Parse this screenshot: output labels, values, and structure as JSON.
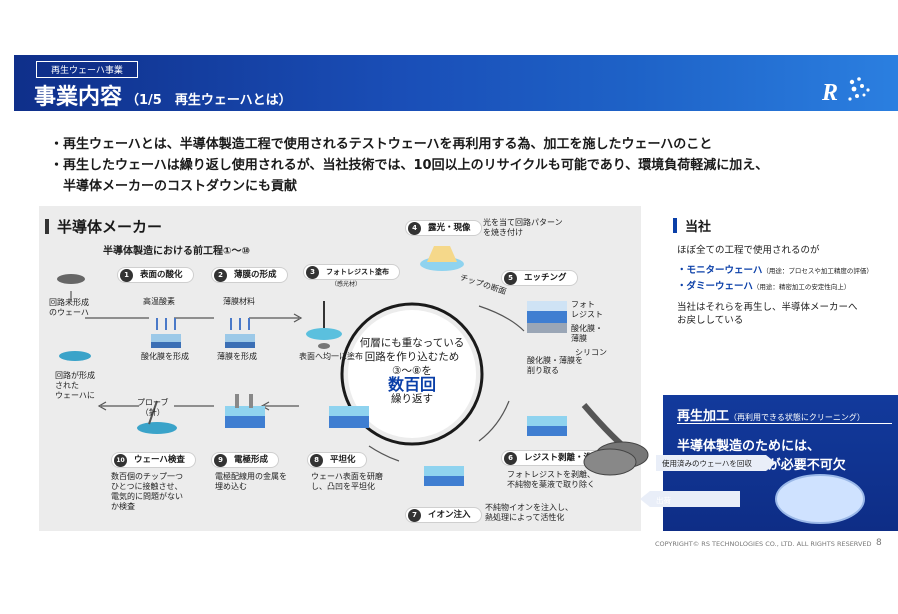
{
  "header": {
    "tag": "再生ウェーハ事業",
    "title": "事業内容",
    "subtitle": "（1/5　再生ウェーハとは）"
  },
  "bullets": [
    "・再生ウェーハとは、半導体製造工程で使用されるテストウェーハを再利用する為、加工を施したウェーハのこと",
    "・再生したウェーハは繰り返し使用されるが、当社技術では、10回以上のリサイクルも可能であり、環境負荷軽減に加え、",
    "　半導体メーカーのコストダウンにも貢献"
  ],
  "left": {
    "section_title": "半導体メーカー",
    "process_title": "半導体製造における前工程①～⑩",
    "wafer_before": "回路未形成\nのウェーハ",
    "wafer_after": "回路が形成\nされた\nウェーハに",
    "steps": [
      {
        "num": "1",
        "label": "表面の酸化",
        "sub_top": "高温酸素",
        "sub": "酸化膜を形成"
      },
      {
        "num": "2",
        "label": "薄膜の形成",
        "sub_top": "薄膜材料",
        "sub": "薄膜を形成"
      },
      {
        "num": "3",
        "label": "フォトレジスト塗布",
        "label2": "（感光材）",
        "sub": "表面へ均一に塗布"
      },
      {
        "num": "4",
        "label": "露光・現像",
        "sub": "光を当て回路パターン\nを焼き付け"
      },
      {
        "num": "5",
        "label": "エッチング",
        "sub": "酸化膜・薄膜を\n削り取る"
      },
      {
        "num": "6",
        "label": "レジスト剥離・洗浄",
        "sub": "フォトレジストを剥離、\n不純物を薬液で取り除く"
      },
      {
        "num": "7",
        "label": "イオン注入",
        "sub": "不純物イオンを注入し、\n熱処理によって活性化"
      },
      {
        "num": "8",
        "label": "平坦化",
        "sub": "ウェーハ表面を研磨\nし、凸凹を平坦化"
      },
      {
        "num": "9",
        "label": "電極形成",
        "sub": "電極配線用の金属を\n埋め込む"
      },
      {
        "num": "10",
        "label": "ウェーハ検査",
        "sub": "数百個のチップ一つ\nひとつに接触させ、\n電気的に問題がない\nか検査"
      }
    ],
    "probe_label": "プローブ\n（針）",
    "chip_label": "チップの断面",
    "etch_labels": [
      "フォト\nレジスト",
      "酸化膜・\n薄膜",
      "シリコン"
    ],
    "center": {
      "line1": "何層にも重なっている",
      "line2": "回路を作り込むため",
      "line3": "③～⑧を",
      "big": "数百回",
      "line4": "繰り返す"
    }
  },
  "right": {
    "section_title": "当社",
    "intro": "ほぼ全ての工程で使用されるのが",
    "items": [
      {
        "name": "モニターウェーハ",
        "note": "（用途：プロセスや加工精度の評価）"
      },
      {
        "name": "ダミーウェーハ",
        "note": "（用途：精密加工の安定性向上）"
      }
    ],
    "return_text1": "当社はそれらを再生し、半導体メーカーへ",
    "return_text2": "お戻ししている",
    "regen_title": "再生加工",
    "regen_note": "（再利用できる状態にクリーニング）",
    "regen_line1": "半導体製造のためには、",
    "regen_line2": "ウェーハの再生が必要不可欠",
    "collect_label": "使用済みのウェーハを回収",
    "ship_label": "出荷"
  },
  "colors": {
    "header_dark": "#0f2f8a",
    "accent_blue": "#0a3fa8",
    "panel_gray": "#ececec"
  },
  "footer": {
    "copyright": "COPYRIGHT© RS TECHNOLOGIES CO., LTD. ALL RIGHTS RESERVED",
    "page": "8"
  }
}
